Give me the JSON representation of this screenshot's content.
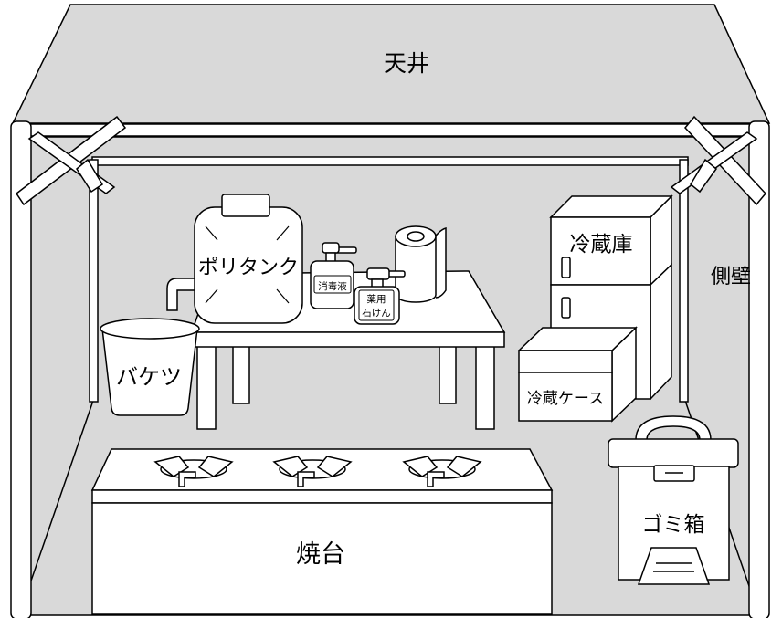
{
  "labels": {
    "ceiling": "天井",
    "side_wall": "側壁",
    "polytank": "ポリタンク",
    "disinfectant": "消毒液",
    "medicated_soap_line1": "薬用",
    "medicated_soap_line2": "石けん",
    "refrigerator": "冷蔵庫",
    "bucket": "バケツ",
    "cold_case": "冷蔵ケース",
    "stove": "焼台",
    "trash_bin": "ゴミ箱"
  },
  "colors": {
    "canvas_fill": "#d9d9d9",
    "object_fill": "#ffffff",
    "stroke": "#000000"
  }
}
